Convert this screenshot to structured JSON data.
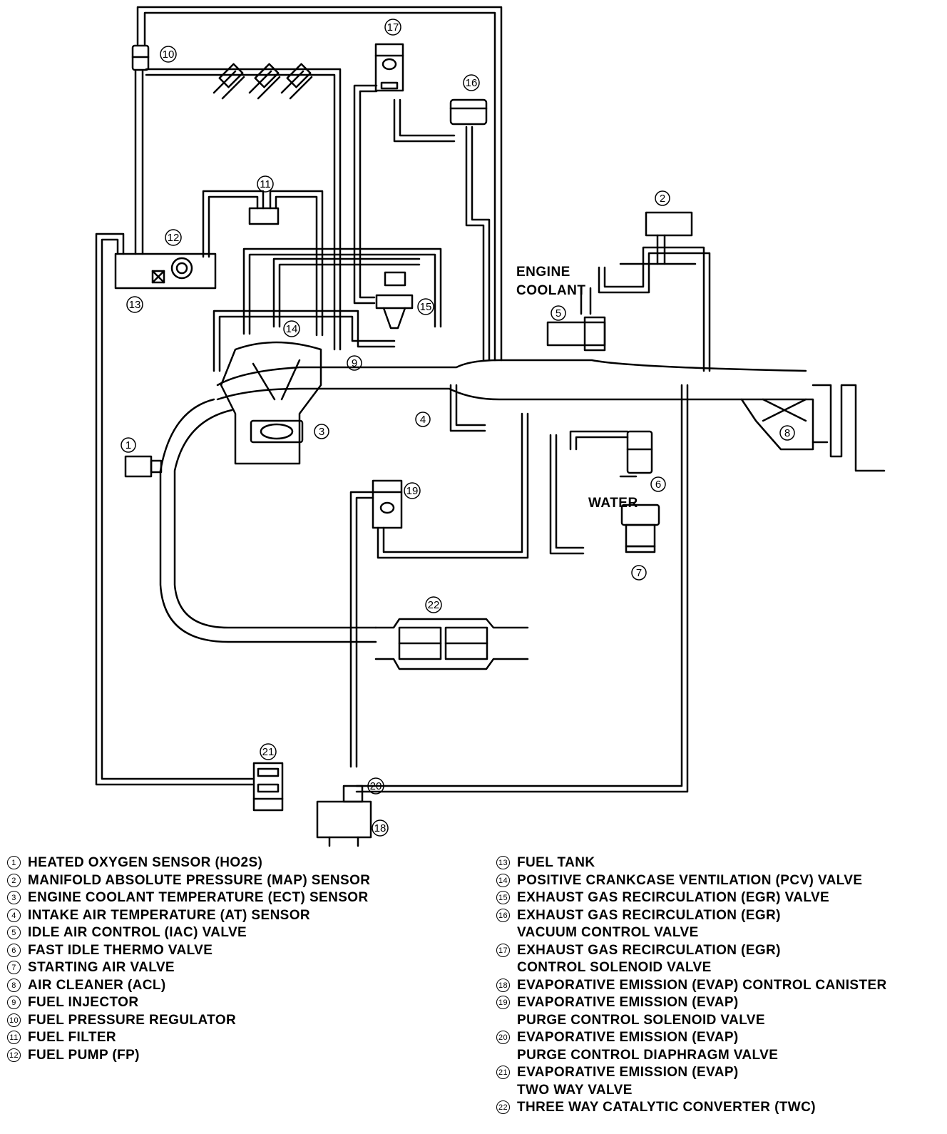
{
  "diagram": {
    "inline_labels": {
      "engine_coolant": [
        "ENGINE",
        "COOLANT"
      ],
      "water": "WATER"
    }
  },
  "legend": {
    "left": [
      {
        "num": "1",
        "lines": [
          "HEATED OXYGEN SENSOR (HO2S)"
        ]
      },
      {
        "num": "2",
        "lines": [
          "MANIFOLD ABSOLUTE PRESSURE (MAP) SENSOR"
        ]
      },
      {
        "num": "3",
        "lines": [
          "ENGINE COOLANT TEMPERATURE (ECT) SENSOR"
        ]
      },
      {
        "num": "4",
        "lines": [
          "INTAKE AIR TEMPERATURE (AT) SENSOR"
        ]
      },
      {
        "num": "5",
        "lines": [
          "IDLE AIR CONTROL (IAC) VALVE"
        ]
      },
      {
        "num": "6",
        "lines": [
          "FAST IDLE THERMO VALVE"
        ]
      },
      {
        "num": "7",
        "lines": [
          "STARTING AIR VALVE"
        ]
      },
      {
        "num": "8",
        "lines": [
          "AIR CLEANER (ACL)"
        ]
      },
      {
        "num": "9",
        "lines": [
          "FUEL INJECTOR"
        ]
      },
      {
        "num": "10",
        "lines": [
          "FUEL PRESSURE REGULATOR"
        ]
      },
      {
        "num": "11",
        "lines": [
          "FUEL FILTER"
        ]
      },
      {
        "num": "12",
        "lines": [
          "FUEL PUMP (FP)"
        ]
      }
    ],
    "right": [
      {
        "num": "13",
        "lines": [
          "FUEL TANK"
        ]
      },
      {
        "num": "14",
        "lines": [
          "POSITIVE CRANKCASE VENTILATION (PCV) VALVE"
        ]
      },
      {
        "num": "15",
        "lines": [
          "EXHAUST GAS RECIRCULATION (EGR) VALVE"
        ]
      },
      {
        "num": "16",
        "lines": [
          "EXHAUST GAS RECIRCULATION (EGR)",
          "VACUUM CONTROL VALVE"
        ]
      },
      {
        "num": "17",
        "lines": [
          "EXHAUST GAS RECIRCULATION (EGR)",
          "CONTROL SOLENOID VALVE"
        ]
      },
      {
        "num": "18",
        "lines": [
          "EVAPORATIVE EMISSION (EVAP) CONTROL CANISTER"
        ]
      },
      {
        "num": "19",
        "lines": [
          "EVAPORATIVE EMISSION (EVAP)",
          "PURGE CONTROL SOLENOID VALVE"
        ]
      },
      {
        "num": "20",
        "lines": [
          "EVAPORATIVE EMISSION (EVAP)",
          "PURGE CONTROL DIAPHRAGM VALVE"
        ]
      },
      {
        "num": "21",
        "lines": [
          "EVAPORATIVE EMISSION (EVAP)",
          "TWO WAY VALVE"
        ]
      },
      {
        "num": "22",
        "lines": [
          "THREE WAY CATALYTIC CONVERTER (TWC)"
        ]
      }
    ]
  }
}
